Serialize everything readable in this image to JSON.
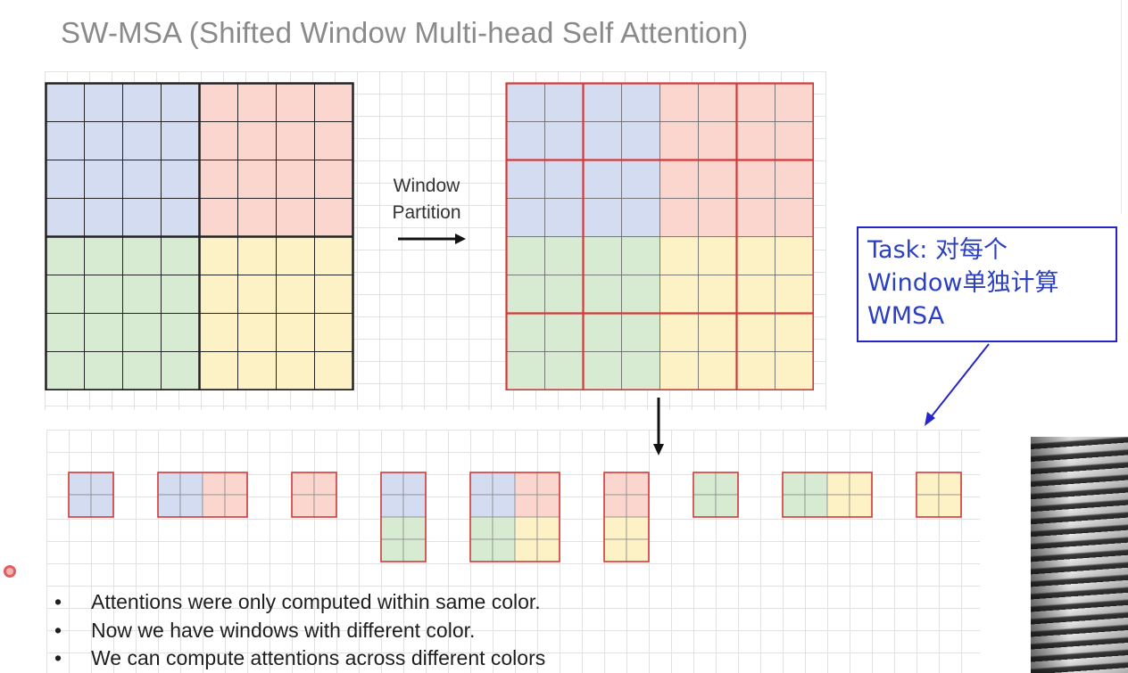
{
  "title": "SW-MSA (Shifted Window Multi-head Self Attention)",
  "arrow_label_line1": "Window",
  "arrow_label_line2": "Partition",
  "task": {
    "line1": "Task: 对每个",
    "line2": "Window单独计算",
    "line3": "WMSA"
  },
  "bullets": [
    "Attentions were only computed within same color.",
    "Now we have windows with different color.",
    "We can compute attentions across different colors"
  ],
  "colors": {
    "blue": "#d4dcf1",
    "red": "#fbd6cf",
    "green": "#d7ebd3",
    "yellow": "#fdf1c6",
    "grid_black": "#222222",
    "window_red": "#d23a3a",
    "task_blue": "#2626c8"
  },
  "patch_grid": [
    [
      "blue",
      "blue",
      "blue",
      "blue",
      "red",
      "red",
      "red",
      "red"
    ],
    [
      "blue",
      "blue",
      "blue",
      "blue",
      "red",
      "red",
      "red",
      "red"
    ],
    [
      "blue",
      "blue",
      "blue",
      "blue",
      "red",
      "red",
      "red",
      "red"
    ],
    [
      "blue",
      "blue",
      "blue",
      "blue",
      "red",
      "red",
      "red",
      "red"
    ],
    [
      "green",
      "green",
      "green",
      "green",
      "yellow",
      "yellow",
      "yellow",
      "yellow"
    ],
    [
      "green",
      "green",
      "green",
      "green",
      "yellow",
      "yellow",
      "yellow",
      "yellow"
    ],
    [
      "green",
      "green",
      "green",
      "green",
      "yellow",
      "yellow",
      "yellow",
      "yellow"
    ],
    [
      "green",
      "green",
      "green",
      "green",
      "yellow",
      "yellow",
      "yellow",
      "yellow"
    ]
  ],
  "shifted_windows": [
    [
      [
        "blue",
        "blue"
      ],
      [
        "blue",
        "blue"
      ]
    ],
    [
      [
        "blue",
        "blue",
        "red",
        "red"
      ],
      [
        "blue",
        "blue",
        "red",
        "red"
      ]
    ],
    [
      [
        "red",
        "red"
      ],
      [
        "red",
        "red"
      ]
    ],
    [
      [
        "blue",
        "blue"
      ],
      [
        "blue",
        "blue"
      ],
      [
        "green",
        "green"
      ],
      [
        "green",
        "green"
      ]
    ],
    [
      [
        "blue",
        "blue",
        "red",
        "red"
      ],
      [
        "blue",
        "blue",
        "red",
        "red"
      ],
      [
        "green",
        "green",
        "yellow",
        "yellow"
      ],
      [
        "green",
        "green",
        "yellow",
        "yellow"
      ]
    ],
    [
      [
        "red",
        "red"
      ],
      [
        "red",
        "red"
      ],
      [
        "yellow",
        "yellow"
      ],
      [
        "yellow",
        "yellow"
      ]
    ],
    [
      [
        "green",
        "green"
      ],
      [
        "green",
        "green"
      ]
    ],
    [
      [
        "green",
        "green",
        "yellow",
        "yellow"
      ],
      [
        "green",
        "green",
        "yellow",
        "yellow"
      ]
    ],
    [
      [
        "yellow",
        "yellow"
      ],
      [
        "yellow",
        "yellow"
      ]
    ]
  ]
}
